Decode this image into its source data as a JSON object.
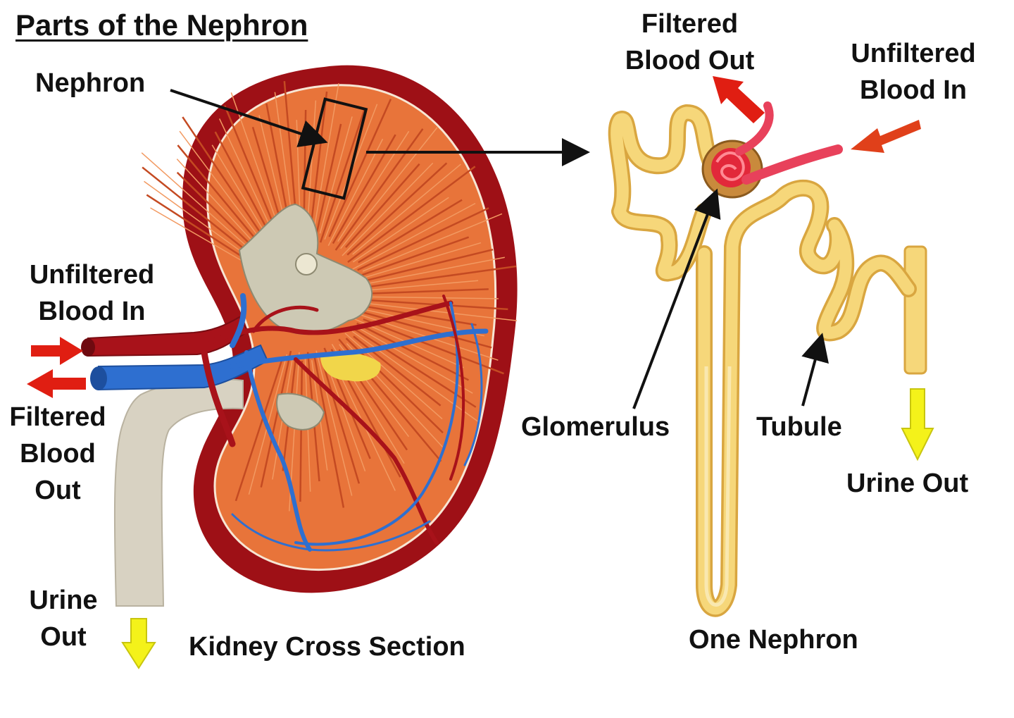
{
  "title": "Parts of the Nephron",
  "labels": {
    "nephron": "Nephron",
    "unfiltered_left_1": "Unfiltered",
    "unfiltered_left_2": "Blood In",
    "filtered_left_1": "Filtered",
    "filtered_left_2": "Blood",
    "filtered_left_3": "Out",
    "urine_left_1": "Urine",
    "urine_left_2": "Out",
    "kidney_caption": "Kidney Cross Section",
    "filtered_right_1": "Filtered",
    "filtered_right_2": "Blood Out",
    "unfiltered_right_1": "Unfiltered",
    "unfiltered_right_2": "Blood In",
    "glomerulus": "Glomerulus",
    "tubule": "Tubule",
    "urine_right": "Urine Out",
    "nephron_caption": "One Nephron"
  },
  "colors": {
    "capsule": "#9e1016",
    "cortex": "#e8743a",
    "medulla": "#d9562a",
    "artery": "#a8121a",
    "vein": "#2e6fd0",
    "ureter": "#d8d2c2",
    "tubule": "#f6d77a",
    "tubule_edge": "#d9a640",
    "arrow_red": "#e01e12",
    "arrow_yellow": "#f4f21a",
    "glomerulus": "#e2283a"
  }
}
